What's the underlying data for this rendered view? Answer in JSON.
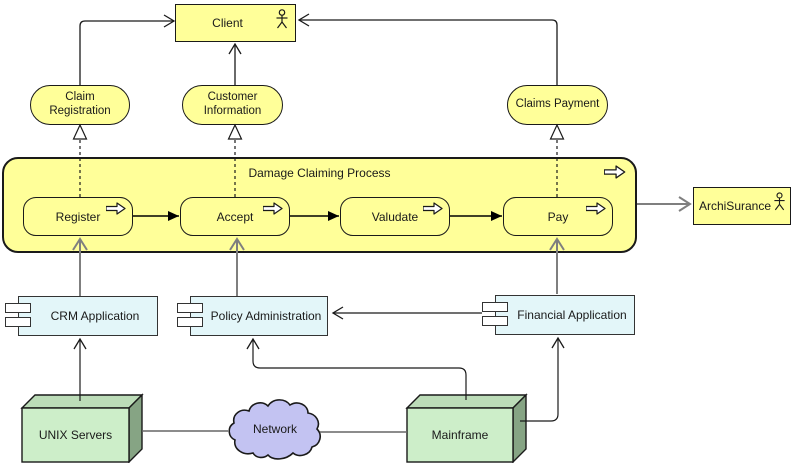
{
  "diagram": {
    "client": "Client",
    "archisurance": "ArchiSurance",
    "services": [
      "Claim Registration",
      "Customer Information",
      "Claims Payment"
    ],
    "process_group": {
      "title": "Damage Claiming Process",
      "steps": [
        "Register",
        "Accept",
        "Valudate",
        "Pay"
      ]
    },
    "applications": [
      "CRM Application",
      "Policy Administration",
      "Financial Application"
    ],
    "nodes": [
      "UNIX Servers",
      "Mainframe"
    ],
    "network": "Network",
    "colors": {
      "element_yellow": "#FFFF99",
      "application_blue": "#E3F6F9",
      "node_green_front": "#CDEEC9",
      "node_green_top": "#BCDCB8",
      "node_green_side": "#86A484",
      "cloud_purple": "#C3C3F2",
      "relation_gray": "#7F7F7F"
    }
  }
}
